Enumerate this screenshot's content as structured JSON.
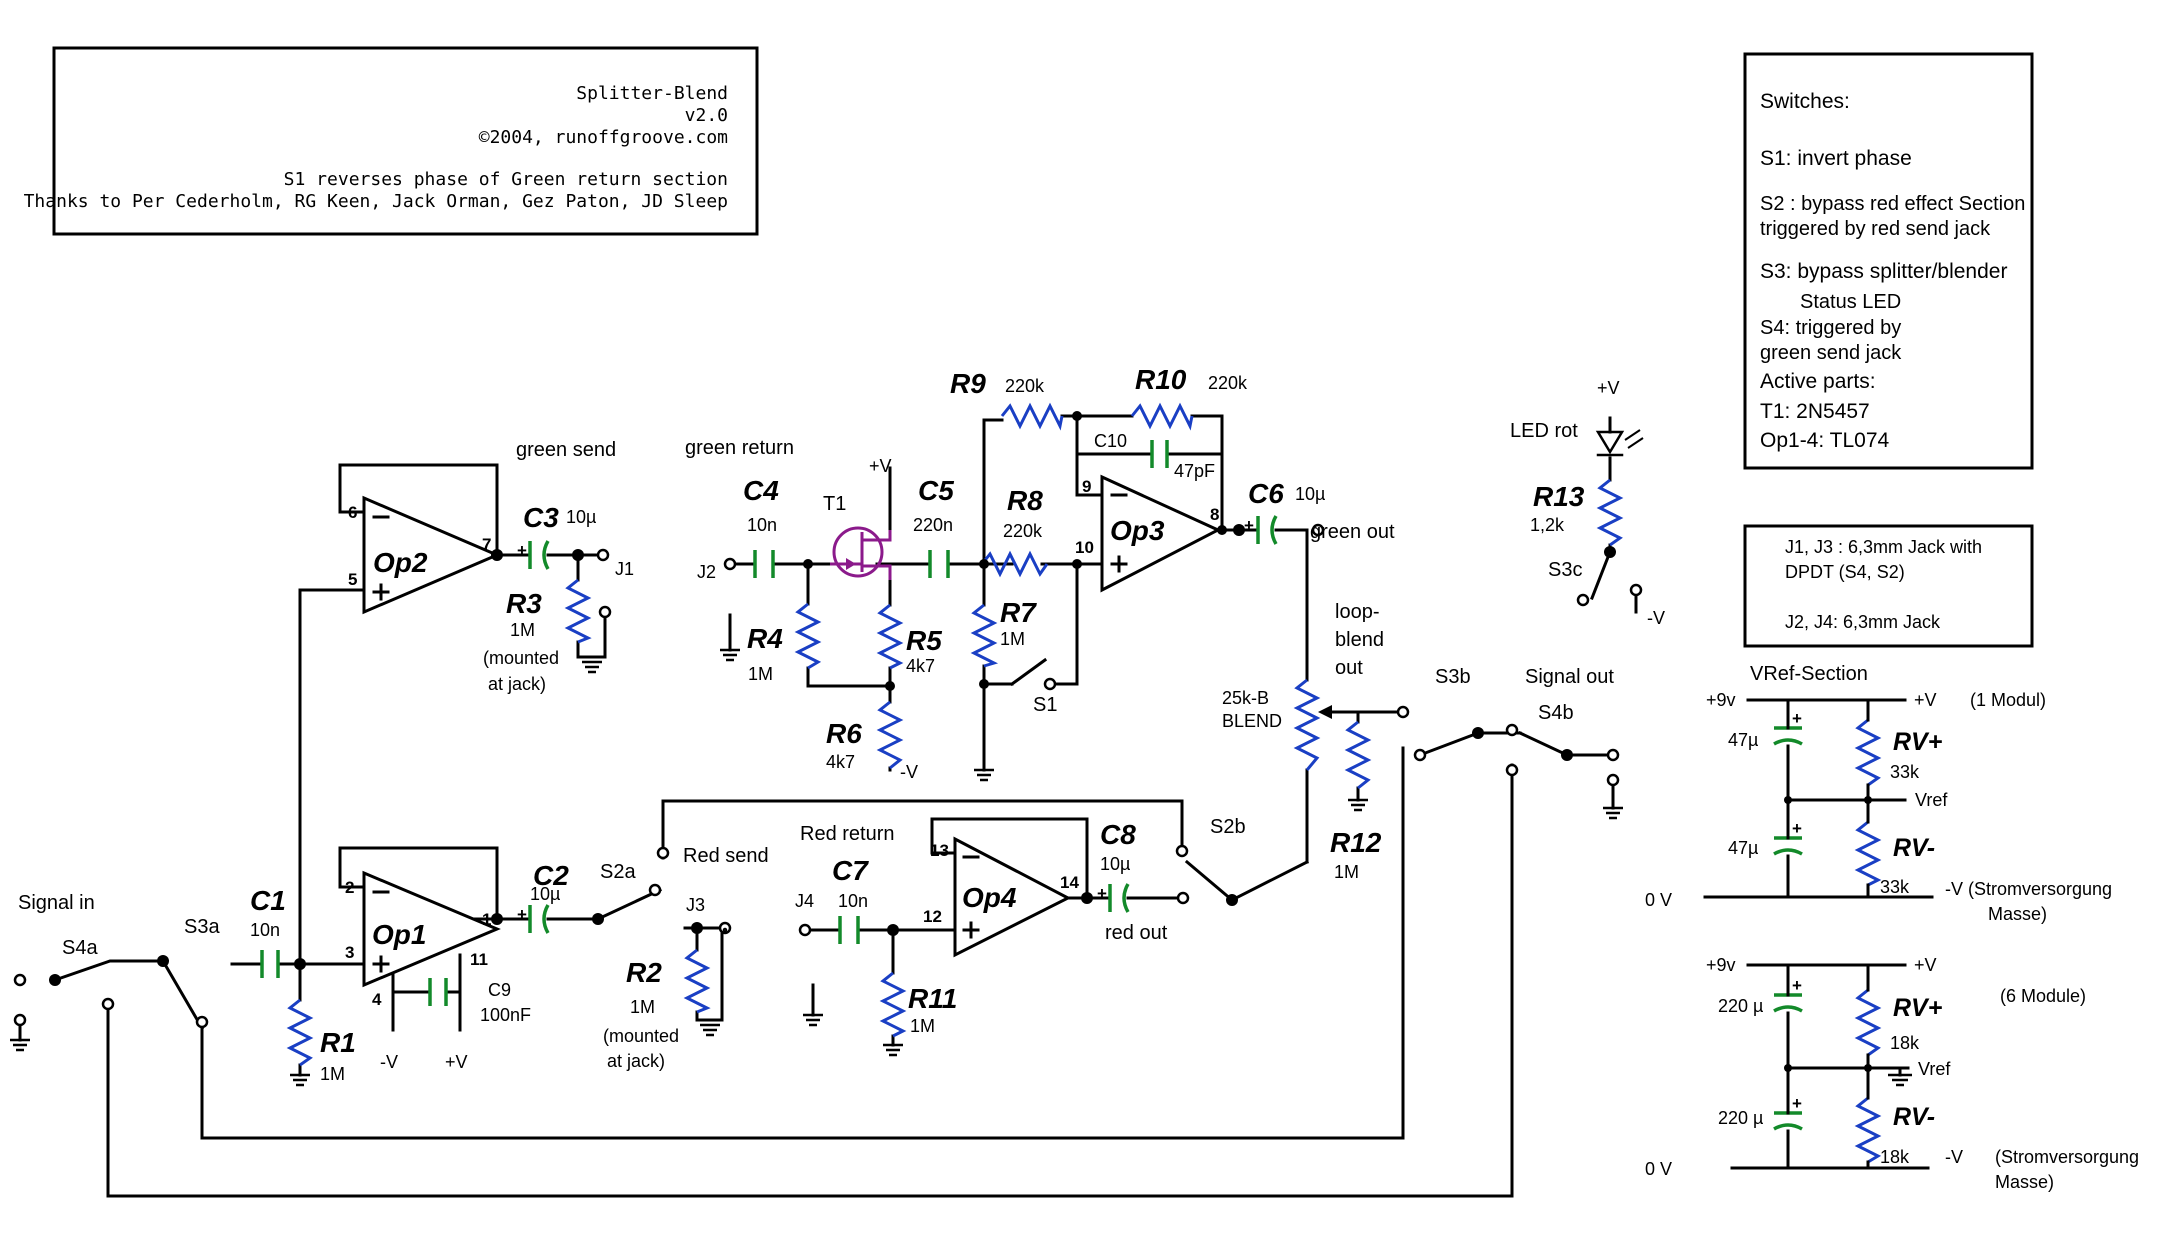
{
  "title_box": {
    "title": "Splitter-Blend",
    "version": "v2.0",
    "copyright": "©2004, runoffgroove.com",
    "note": "S1 reverses phase of Green return section",
    "thanks": "Thanks to Per Cederholm, RG Keen, Jack Orman, Gez Paton, JD Sleep"
  },
  "switch_box": {
    "heading": "Switches:",
    "s1": "S1: invert phase",
    "s2a": "S2 : bypass red effect Section",
    "s2b": "triggered by red send jack",
    "s3": "S3: bypass splitter/blender",
    "status": "Status LED",
    "s4a": "S4: triggered by",
    "s4b": "green send jack",
    "active": "Active parts:",
    "t1": "T1: 2N5457",
    "op": "Op1-4: TL074"
  },
  "jack_box": {
    "l1": "J1, J3 : 6,3mm Jack with",
    "l2": "DPDT (S4, S2)",
    "l3": "J2, J4: 6,3mm Jack"
  },
  "labels": {
    "green_send": "green send",
    "green_return": "green return",
    "green_out": "green out",
    "red_send": "Red send",
    "red_return": "Red return",
    "red_out": "red out",
    "signal_in": "Signal in",
    "signal_out": "Signal out",
    "loop": "loop-",
    "blend": "blend",
    "out": "out",
    "led_rot": "LED rot",
    "mounted": "(mounted",
    "at_jack": "at jack)",
    "mounted2": "(mounted",
    "at_jack2": "at jack)",
    "pot": "25k-B",
    "pot2": "BLEND",
    "plus_v": "+V",
    "minus_v": "-V",
    "plus_v2": "+V",
    "minus_v2": "-V",
    "plus_v3": "+V",
    "minus_v3": "-V",
    "minus_v4": "-V"
  },
  "refs": {
    "op1": "Op1",
    "op2": "Op2",
    "op3": "Op3",
    "op4": "Op4",
    "c1": "C1",
    "c2": "C2",
    "c3": "C3",
    "c4": "C4",
    "c5": "C5",
    "c6": "C6",
    "c7": "C7",
    "c8": "C8",
    "r1": "R1",
    "r2": "R2",
    "r3": "R3",
    "r4": "R4",
    "r5": "R5",
    "r6": "R6",
    "r7": "R7",
    "r8": "R8",
    "r9": "R9",
    "r10": "R10",
    "r11": "R11",
    "r12": "R12",
    "r13": "R13",
    "t1": "T1",
    "c9": "C9",
    "c10": "C10"
  },
  "values": {
    "c1": "10n",
    "c2": "10µ",
    "c3": "10µ",
    "c4": "10n",
    "c5": "220n",
    "c6": "10µ",
    "c7": "10n",
    "c8": "10µ",
    "c9": "100nF",
    "c10": "47pF",
    "r1": "1M",
    "r2": "1M",
    "r3": "1M",
    "r4": "1M",
    "r5": "4k7",
    "r6": "4k7",
    "r7": "1M",
    "r8": "220k",
    "r9": "220k",
    "r10": "220k",
    "r11": "1M",
    "r12": "1M",
    "r13": "1,2k"
  },
  "pins": {
    "op2_6": "6",
    "op2_5": "5",
    "op2_7": "7",
    "op1_2": "2",
    "op1_3": "3",
    "op1_1": "1",
    "op1_4": "4",
    "op1_11": "11",
    "op3_9": "9",
    "op3_10": "10",
    "op3_8": "8",
    "op4_13": "13",
    "op4_12": "12",
    "op4_14": "14"
  },
  "switches": {
    "s1": "S1",
    "s2a": "S2a",
    "s2b": "S2b",
    "s3a": "S3a",
    "s3b": "S3b",
    "s3c": "S3c",
    "s4a": "S4a",
    "s4b": "S4b"
  },
  "jacks": {
    "j1": "J1",
    "j2": "J2",
    "j3": "J3",
    "j4": "J4"
  },
  "vref": {
    "title": "VRef-Section",
    "m1": {
      "plus9": "+9v",
      "plusv": "+V",
      "modul": "(1 Modul)",
      "cap1": "47µ",
      "cap2": "47µ",
      "rvp": "RV+",
      "rvp_val": "33k",
      "vref": "Vref",
      "rvm": "RV-",
      "rvm_val": "33k",
      "zero": "0 V",
      "minus": "-V (Stromversorgung",
      "masse": "Masse)"
    },
    "m6": {
      "plus9": "+9v",
      "plusv": "+V",
      "modul": "(6 Module)",
      "cap1": "220 µ",
      "cap2": "220 µ",
      "rvp": "RV+",
      "rvp_val": "18k",
      "vref": "Vref",
      "rvm": "RV-",
      "rvm_val": "18k",
      "zero": "0 V",
      "minus": "-V",
      "minus2": "(Stromversorgung",
      "masse": "Masse)"
    }
  },
  "colors": {
    "resistor": "#1a3fc4",
    "capacitor": "#138a2a",
    "transistor": "#8b1a8b"
  }
}
